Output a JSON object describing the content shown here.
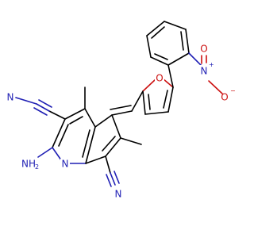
{
  "molecule": {
    "atom_labels": {
      "nitrile_c_top": "N",
      "nitrile_c_bottom": "N",
      "amine": "NH",
      "amine_sub": "2",
      "ring_n": "N",
      "furan_o": "O",
      "nitro_n": "N",
      "nitro_n_charge": "+",
      "nitro_o_top": "O",
      "nitro_o_right": "O",
      "nitro_o_right_charge": "−"
    }
  },
  "colors": {
    "carbon": "#000000",
    "nitrogen": "#1f1fb4",
    "oxygen": "#cc1111"
  }
}
